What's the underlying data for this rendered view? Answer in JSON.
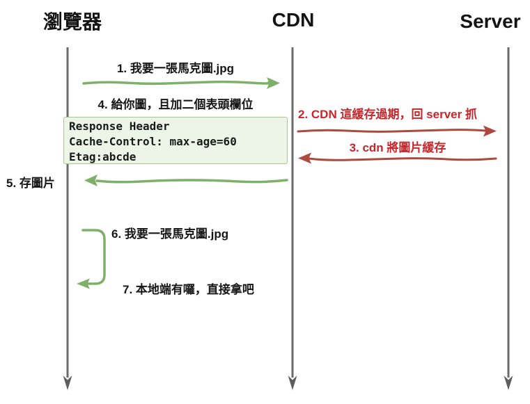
{
  "diagram": {
    "title": "CDN cache sequence diagram",
    "actors": [
      {
        "id": "browser",
        "label": "瀏覽器"
      },
      {
        "id": "cdn",
        "label": "CDN"
      },
      {
        "id": "server",
        "label": "Server"
      }
    ],
    "messages": [
      {
        "id": "1",
        "label": "1. 我要一張馬克圖.jpg",
        "from": "browser",
        "to": "cdn",
        "color": "green"
      },
      {
        "id": "2",
        "label": "2. CDN 這緩存過期，回 server 抓",
        "from": "cdn",
        "to": "server",
        "color": "red"
      },
      {
        "id": "3",
        "label": "3. cdn 將圖片緩存",
        "from": "server",
        "to": "cdn",
        "color": "red"
      },
      {
        "id": "4",
        "label": "4. 給你圖，且加二個表頭欄位",
        "from": "cdn",
        "to": "browser",
        "color": "green"
      },
      {
        "id": "5",
        "label": "5. 存圖片",
        "from": "browser",
        "to": "browser",
        "color": "none"
      },
      {
        "id": "6",
        "label": "6. 我要一張馬克圖.jpg",
        "from": "browser",
        "to": "browser",
        "color": "green"
      },
      {
        "id": "7",
        "label": "7. 本地端有囉，直接拿吧",
        "from": "browser",
        "to": "browser",
        "color": "green"
      }
    ],
    "note": {
      "lines": [
        "Response Header",
        "Cache-Control: max-age=60",
        "Etag:abcde"
      ]
    },
    "colors": {
      "green_arrow": "#7fb069",
      "red_arrow": "#ad4a40",
      "red_text": "#c5262b",
      "note_fill": "#ecf5e7",
      "note_border": "#a6c792",
      "lifeline": "#6b6b6b",
      "text": "#161616"
    }
  }
}
